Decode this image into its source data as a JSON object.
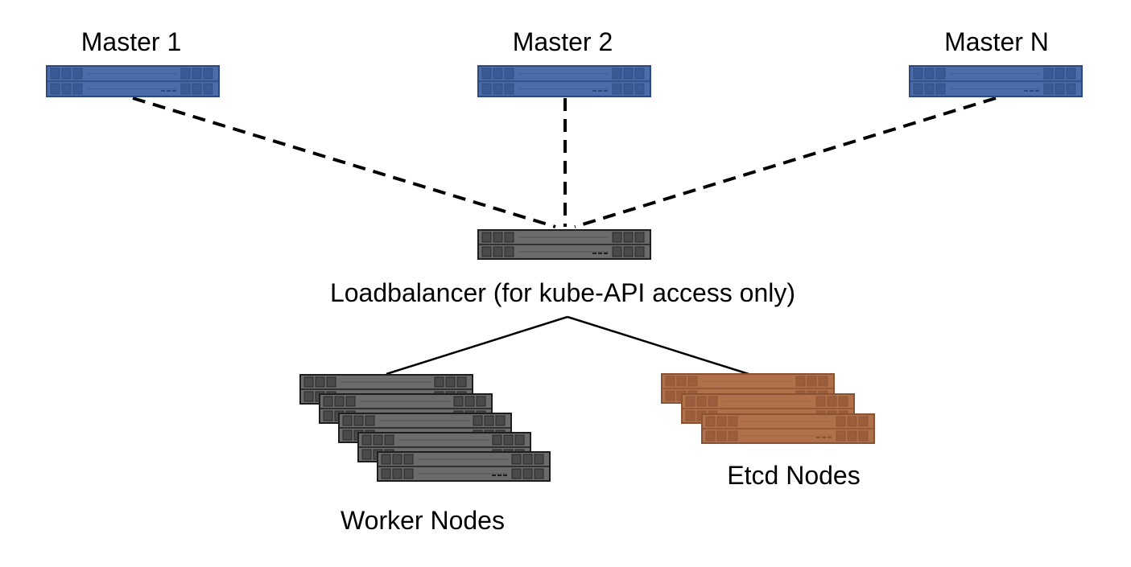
{
  "masters": [
    {
      "label": "Master 1"
    },
    {
      "label": "Master 2"
    },
    {
      "label": "Master N"
    }
  ],
  "loadbalancer": {
    "label": "Loadbalancer (for kube-API access only)"
  },
  "worker_nodes": {
    "label": "Worker Nodes",
    "count": 5
  },
  "etcd_nodes": {
    "label": "Etcd Nodes",
    "count": 3
  },
  "colors": {
    "master_fill": "#4a6ca8",
    "master_stroke": "#2c4a80",
    "master_slot": "#3a5a96",
    "gray_fill": "#6b6b6b",
    "gray_stroke": "#1e1e1e",
    "gray_slot": "#4a4a4a",
    "etcd_fill": "#b0714a",
    "etcd_stroke": "#8a5234",
    "etcd_slot": "#9a5e3c"
  },
  "icons": {
    "master": "rack-server-icon",
    "loadbalancer": "rack-server-icon",
    "worker": "rack-server-stack-icon",
    "etcd": "rack-server-stack-icon"
  }
}
